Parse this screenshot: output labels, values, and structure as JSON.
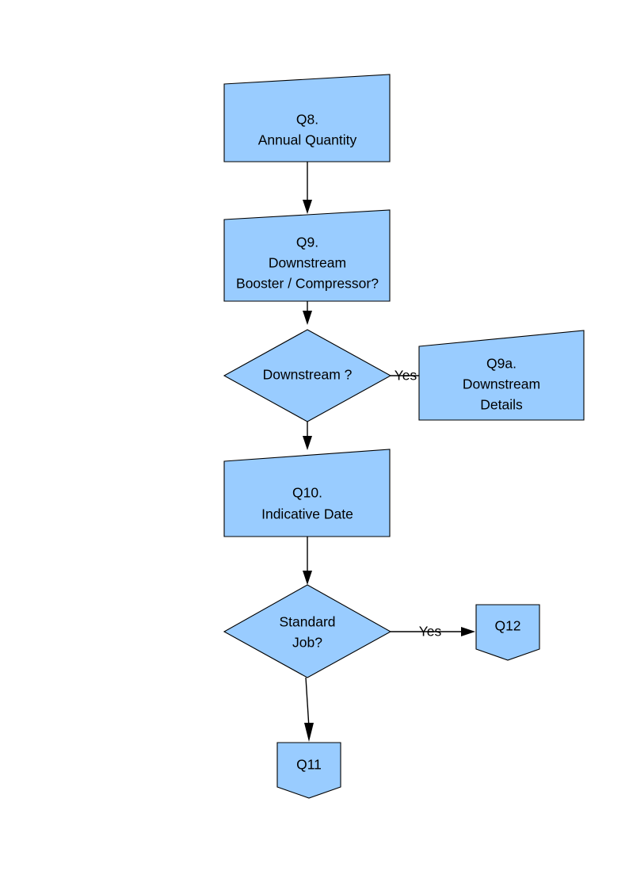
{
  "diagram": {
    "type": "flowchart",
    "title": "",
    "background_color": "#ffffff",
    "shape_fill_color": "#99ccff",
    "shape_stroke_color": "#000000",
    "text_color": "#000000",
    "nodes": [
      {
        "id": "q8",
        "shape": "slanted-box",
        "lines": [
          "Q8.",
          "Annual Quantity"
        ],
        "line1": "Q8.",
        "line2": "Annual Quantity",
        "line3": ""
      },
      {
        "id": "q9",
        "shape": "slanted-box",
        "lines": [
          "Q9.",
          "Downstream",
          "Booster / Compressor?"
        ],
        "line1": "Q9.",
        "line2": "Downstream",
        "line3": "Booster / Compressor?"
      },
      {
        "id": "downstream_decision",
        "shape": "diamond",
        "lines": [
          "Downstream ?"
        ],
        "line1": "Downstream ?",
        "line2": "",
        "line3": ""
      },
      {
        "id": "q9a",
        "shape": "slanted-box",
        "lines": [
          "Q9a.",
          "Downstream",
          "Details"
        ],
        "line1": "Q9a.",
        "line2": "Downstream",
        "line3": "Details"
      },
      {
        "id": "q10",
        "shape": "slanted-box",
        "lines": [
          "Q10.",
          "Indicative Date"
        ],
        "line1": "Q10.",
        "line2": "Indicative Date",
        "line3": ""
      },
      {
        "id": "standard_job_decision",
        "shape": "diamond",
        "lines": [
          "Standard",
          "Job?"
        ],
        "line1": "Standard",
        "line2": "Job?",
        "line3": ""
      },
      {
        "id": "q12",
        "shape": "pentagon-down",
        "lines": [
          "Q12"
        ],
        "line1": "Q12",
        "line2": "",
        "line3": ""
      },
      {
        "id": "q11",
        "shape": "pentagon-down",
        "lines": [
          "Q11"
        ],
        "line1": "Q11",
        "line2": "",
        "line3": ""
      }
    ],
    "edges": [
      {
        "id": "e1",
        "from": "q8",
        "to": "q9",
        "label": ""
      },
      {
        "id": "e2",
        "from": "q9",
        "to": "downstream_decision",
        "label": ""
      },
      {
        "id": "e3",
        "from": "downstream_decision",
        "to": "q9a",
        "label": "Yes"
      },
      {
        "id": "e4",
        "from": "downstream_decision",
        "to": "q10",
        "label": ""
      },
      {
        "id": "e5",
        "from": "q10",
        "to": "standard_job_decision",
        "label": ""
      },
      {
        "id": "e6",
        "from": "standard_job_decision",
        "to": "q12",
        "label": "Yes"
      },
      {
        "id": "e7",
        "from": "standard_job_decision",
        "to": "q11",
        "label": ""
      }
    ]
  }
}
